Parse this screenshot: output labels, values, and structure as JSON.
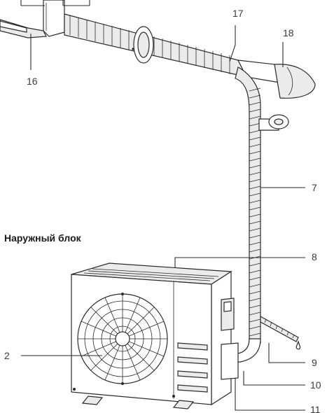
{
  "diagram": {
    "section_title": "Наружный блок",
    "labels": {
      "16": "16",
      "17": "17",
      "18": "18",
      "7": "7",
      "8": "8",
      "2": "2",
      "9": "9",
      "10": "10",
      "11": "11"
    },
    "colors": {
      "stroke": "#2a2a2a",
      "fill_light": "#ebebeb",
      "fill_mid": "#d6d6d6",
      "text": "#3a3a3a"
    },
    "icons": {
      "fan": "fan-grille-icon",
      "drop": "water-drop-icon",
      "tape": "tape-roll-icon"
    }
  }
}
